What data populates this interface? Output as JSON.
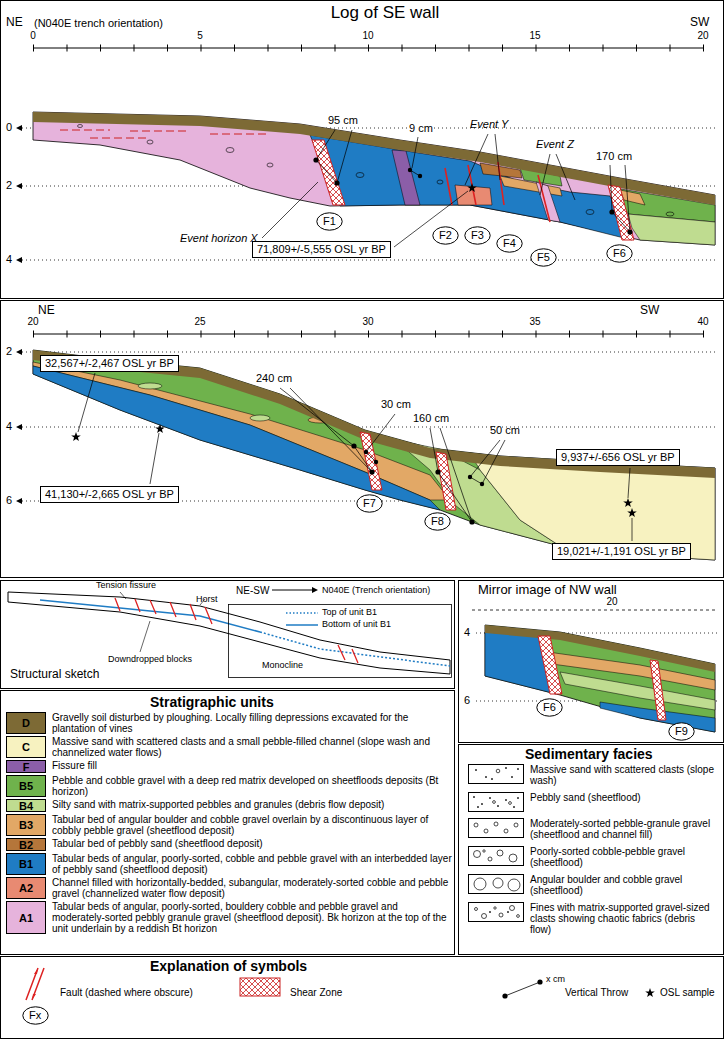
{
  "diagram": {
    "title": "Log of SE wall",
    "nodes": [
      {
        "text": [
          "F1"
        ]
      },
      {
        "text": [
          "71,809+/-5,555 OSL yr BP"
        ]
      },
      {
        "text": [
          "F2"
        ]
      },
      {
        "text": [
          "F3"
        ]
      },
      {
        "text": [
          "F4"
        ]
      },
      {
        "text": [
          "F5"
        ]
      },
      {
        "text": [
          "F6"
        ]
      },
      {
        "text": [
          "32,567+/-2,467 OSL yr BP"
        ]
      },
      {
        "text": [
          "9,937+/-656 OSL yr BP"
        ]
      },
      {
        "text": [
          "41,130+/-2,665 OSL yr BP"
        ]
      },
      {
        "text": [
          "F7"
        ]
      },
      {
        "text": [
          "F8"
        ]
      },
      {
        "text": [
          "19,021+/-1,191 OSL yr BP"
        ]
      },
      {
        "text": [
          "F6"
        ]
      },
      {
        "text": [
          "F9"
        ]
      },
      {
        "text": [
          "Fx"
        ]
      }
    ],
    "edges": [],
    "labels": [
      "NE",
      "(N040E trench orientation)",
      "SW",
      "0",
      "5",
      "10",
      "15",
      "20",
      "0",
      "2",
      "4",
      "95 cm",
      "9 cm",
      "Event Y",
      "Event Z",
      "170 cm",
      "Event horizon X",
      "NE",
      "SW",
      "20",
      "25",
      "30",
      "35",
      "40",
      "2",
      "4",
      "6",
      "240 cm",
      "30 cm",
      "160 cm",
      "50 cm",
      "Tension fissure",
      "Horst",
      "Downdropped blocks",
      "Structural sketch",
      "NE-SW",
      "N040E (Trench orientation)",
      "Monocline",
      "Mirror image of NW wall",
      "20",
      "4",
      "6",
      "Stratigraphic units",
      "D",
      "C",
      "F",
      "B5",
      "B4",
      "B3",
      "B2",
      "B1",
      "A2",
      "A1",
      "Sedimentary facies",
      "Explanation of symbols",
      "x cm"
    ],
    "legend": [
      {
        "text": "Gravelly soil disturbed by ploughing. Locally filling depressions excavated for the plantation of vines",
        "color": "#7d6a35"
      },
      {
        "text": "Massive sand with scattered clasts and a small pebble-filled channel (slope wash and channelized water flows)",
        "color": "#f7f2c0"
      },
      {
        "text": "Fissure fill",
        "color": "#8b5ea8"
      },
      {
        "text": "Pebble and cobble gravel with a deep red matrix developed on sheetfloods deposits (Bt horizon)",
        "color": "#6fb24c"
      },
      {
        "text": "Silty sand with matrix-supported pebbles and granules (debris flow deposit)",
        "color": "#bfdc90"
      },
      {
        "text": "Tabular bed of angular boulder and cobble gravel overlain by a discontinuous layer of cobbly pebble gravel (sheetflood deposit)",
        "color": "#e2a866"
      },
      {
        "text": "Tabular bed of pebbly sand (sheetflood deposit)",
        "color": "#b5763a"
      },
      {
        "text": "Tabular beds of angular, poorly-sorted, cobble and pebble gravel with an interbedded layer of pebbly sand (sheetflood deposit)",
        "color": "#1f7cc4"
      },
      {
        "text": "Channel filled with horizontally-bedded, subangular, moderately-sorted cobble and pebble gravel (channelized water flow deposit)",
        "color": "#e88a72"
      },
      {
        "text": "Tabular beds of angular, poorly-sorted, bouldery cobble and pebble gravel and moderately-sorted pebbly granule gravel (sheetflood deposit). Bk horizon at the top of the unit underlain by a reddish Bt horizon",
        "color": "#e6b3dc"
      },
      {
        "text": "Top of unit B1"
      },
      {
        "text": "Bottom of unit B1"
      },
      {
        "text": "Massive sand with scattered clasts (slope wash)"
      },
      {
        "text": "Pebbly sand (sheetflood)"
      },
      {
        "text": "Moderately-sorted pebble-granule gravel (sheetflood and channel fill)"
      },
      {
        "text": "Poorly-sorted cobble-pebble gravel (sheetflood)"
      },
      {
        "text": "Angular boulder and cobble gravel (sheetflood)"
      },
      {
        "text": "Fines with matrix-supported gravel-sized clasts showing chaotic fabrics (debris flow)"
      },
      {
        "text": "Fault (dashed where obscure)"
      },
      {
        "text": "Shear Zone"
      },
      {
        "text": "Vertical Throw"
      },
      {
        "text": "OSL sample"
      }
    ]
  }
}
